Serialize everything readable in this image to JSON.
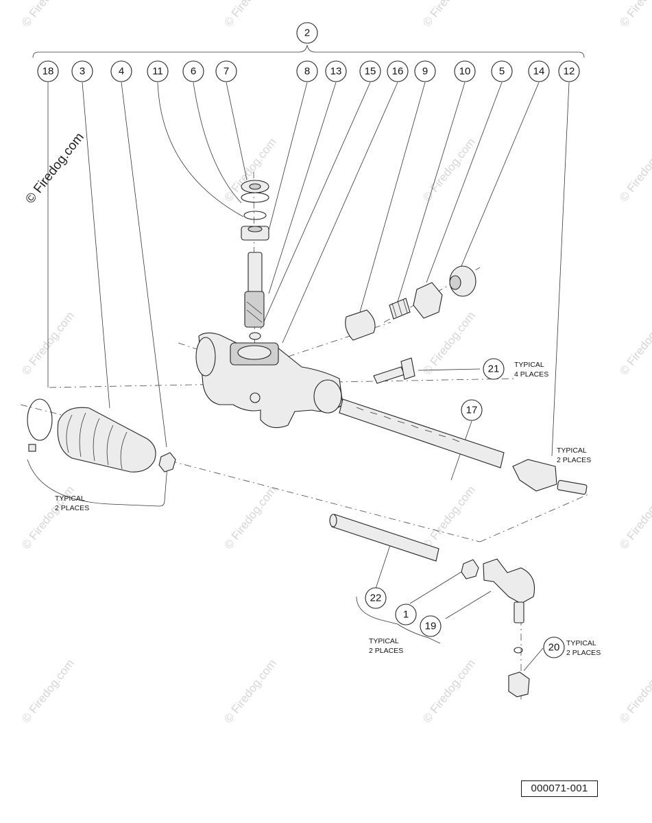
{
  "watermark": {
    "text": "© Firedog.com",
    "faint_text": "© Firedog.com"
  },
  "callouts": {
    "c2": "2",
    "c18": "18",
    "c3": "3",
    "c4": "4",
    "c11": "11",
    "c6": "6",
    "c7": "7",
    "c8": "8",
    "c13": "13",
    "c15": "15",
    "c16": "16",
    "c9": "9",
    "c10": "10",
    "c5": "5",
    "c14": "14",
    "c12": "12",
    "c21": "21",
    "c17": "17",
    "c22": "22",
    "c1": "1",
    "c19": "19",
    "c20": "20"
  },
  "notes": {
    "typical": "TYPICAL",
    "four_places": "4 PLACES",
    "two_places": "2 PLACES"
  },
  "drawing_code": "000071-001"
}
